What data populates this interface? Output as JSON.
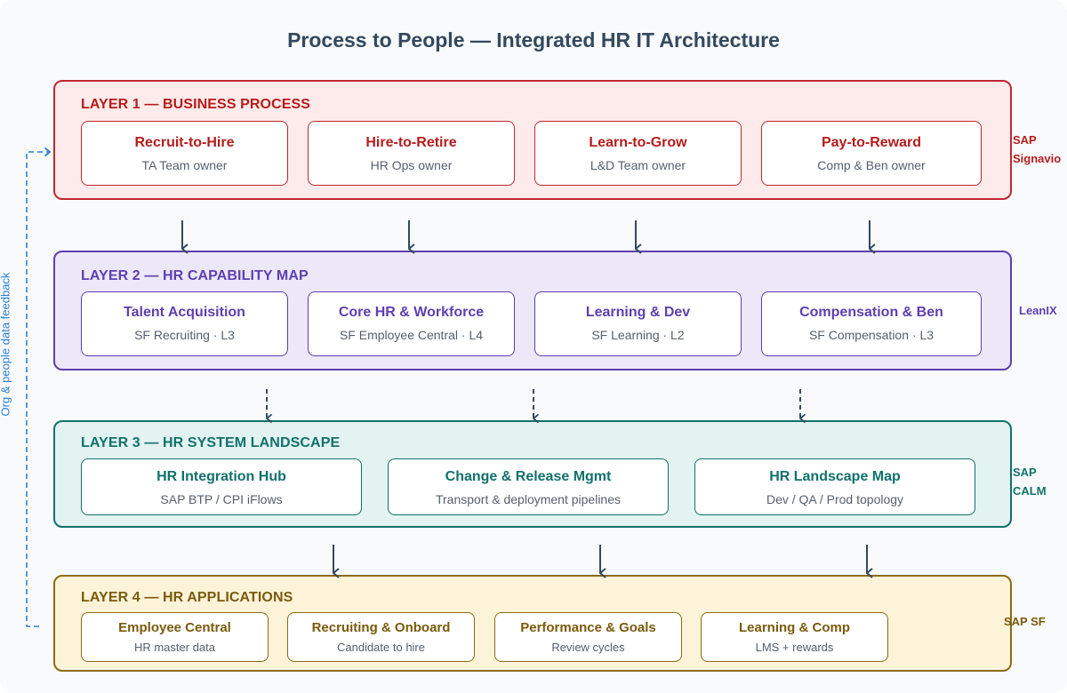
{
  "title": "Process to People — Integrated HR IT Architecture",
  "feedback_label": "Org & people data feedback",
  "colors": {
    "layer1": "#c0272d",
    "layer2": "#5e3fb0",
    "layer3": "#11716b",
    "layer4": "#8c6b12",
    "arrow": "#34495e",
    "feedback": "#2b7fd4"
  },
  "layers": [
    {
      "label": "LAYER 1 — BUSINESS PROCESS",
      "tool": "SAP\nSignavio",
      "boxes": [
        {
          "title": "Recruit-to-Hire",
          "sub": "TA Team owner"
        },
        {
          "title": "Hire-to-Retire",
          "sub": "HR Ops owner"
        },
        {
          "title": "Learn-to-Grow",
          "sub": "L&D Team owner"
        },
        {
          "title": "Pay-to-Reward",
          "sub": "Comp & Ben owner"
        }
      ]
    },
    {
      "label": "LAYER 2 — HR CAPABILITY MAP",
      "tool": "LeanIX",
      "boxes": [
        {
          "title": "Talent Acquisition",
          "sub": "SF Recruiting · L3"
        },
        {
          "title": "Core HR & Workforce",
          "sub": "SF Employee Central · L4"
        },
        {
          "title": "Learning & Dev",
          "sub": "SF Learning · L2"
        },
        {
          "title": "Compensation & Ben",
          "sub": "SF Compensation · L3"
        }
      ]
    },
    {
      "label": "LAYER 3 — HR SYSTEM LANDSCAPE",
      "tool": "SAP\nCALM",
      "boxes": [
        {
          "title": "HR Integration Hub",
          "sub": "SAP BTP / CPI iFlows"
        },
        {
          "title": "Change & Release Mgmt",
          "sub": "Transport & deployment pipelines"
        },
        {
          "title": "HR Landscape Map",
          "sub": "Dev / QA / Prod topology"
        }
      ]
    },
    {
      "label": "LAYER 4 — HR APPLICATIONS",
      "tool": "SAP SF",
      "boxes": [
        {
          "title": "Employee Central",
          "sub": "HR master data"
        },
        {
          "title": "Recruiting & Onboard",
          "sub": "Candidate to hire"
        },
        {
          "title": "Performance & Goals",
          "sub": "Review cycles"
        },
        {
          "title": "Learning & Comp",
          "sub": "LMS + rewards"
        }
      ]
    }
  ]
}
